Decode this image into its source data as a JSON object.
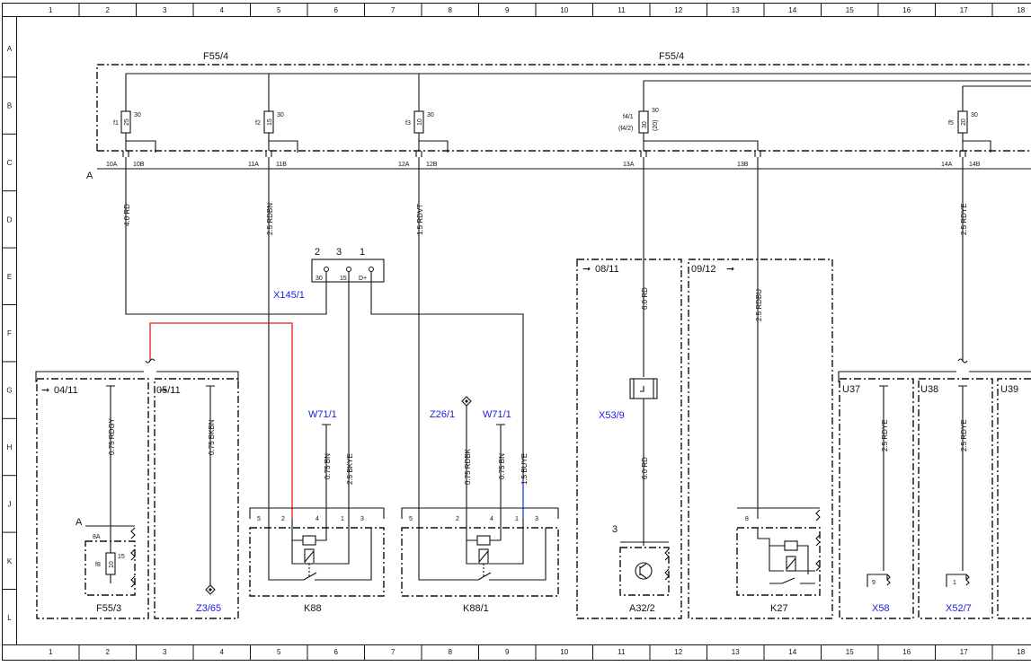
{
  "grid": {
    "columns": [
      "1",
      "2",
      "3",
      "4",
      "5",
      "6",
      "7",
      "8",
      "9",
      "10",
      "11",
      "12",
      "13",
      "14",
      "15",
      "16",
      "17",
      "18"
    ],
    "rows": [
      "A",
      "B",
      "C",
      "D",
      "E",
      "F",
      "G",
      "H",
      "J",
      "K",
      "L"
    ]
  },
  "fuse_box": {
    "label_left": "F55/4",
    "label_right": "F55/4",
    "connector_letter": "A",
    "fuses": [
      {
        "id": "f1",
        "rating": "25",
        "terminal": "30",
        "pin_a": "10A",
        "pin_b": "10B"
      },
      {
        "id": "f2",
        "rating": "15",
        "terminal": "30",
        "pin_a": "11A",
        "pin_b": "11B"
      },
      {
        "id": "f3",
        "rating": "10",
        "terminal": "30",
        "pin_a": "12A",
        "pin_b": "12B"
      },
      {
        "id": "f4/1",
        "id_alt": "(f4/2)",
        "rating": "30",
        "rating_alt": "(20)",
        "terminal": "30",
        "pin_a": "13A",
        "pin_b": "13B"
      },
      {
        "id": "f5",
        "rating": "20",
        "terminal": "30",
        "pin_a": "14A",
        "pin_b": "14B"
      }
    ]
  },
  "wires": {
    "w_10a": "4.0 RD",
    "w_11a": "2.5 RDBN",
    "w_12a": "1.5 RDVT",
    "w_14a": "2.5 RDYE",
    "w_0811": "6.0 RD",
    "w_a322": "6.0 RD",
    "w_0912": "2.5 RDBU",
    "w_0411": "0.75 RDGY",
    "w_0511": "0.75 BKBN",
    "w_k88_bn": "0.75 BN",
    "w_k88_bkye": "2.5 BKYE",
    "w_k881_rdbk": "0.75 RDBK",
    "w_k881_bn": "0.75 BN",
    "w_k881_buye": "1.5 BUYE",
    "w_u37": "2.5 RDYE",
    "w_u38": "2.5 RDYE"
  },
  "connector_x145": {
    "label": "X145/1",
    "pin_numbers": [
      "2",
      "3",
      "1"
    ],
    "pin_terminals": [
      "30",
      "15",
      "D+"
    ]
  },
  "refs": {
    "r_0411": "04/11",
    "r_0511": "05/11",
    "r_0811": "08/11",
    "r_0912": "09/12"
  },
  "components": {
    "f553": "F55/3",
    "f8_id": "f8",
    "f8_rating": "10",
    "f8_terminal": "15",
    "f8_pin": "8A",
    "f553_conn": "A",
    "z365": "Z3/65",
    "w711_a": "W71/1",
    "w711_b": "W71/1",
    "z261": "Z26/1",
    "k88": "K88",
    "k88_pins": [
      "5",
      "2",
      "4",
      "1",
      "3"
    ],
    "k881": "K88/1",
    "k881_pins": [
      "5",
      "2",
      "4",
      "1",
      "3"
    ],
    "x539": "X53/9",
    "a322": "A32/2",
    "a322_pin": "3",
    "k27": "K27",
    "k27_pin": "8",
    "u37": "U37",
    "u38": "U38",
    "u39": "U39",
    "x58": "X58",
    "x58_pin": "9",
    "x527": "X52/7",
    "x527_pin": "1"
  },
  "colors": {
    "wire": "#111111",
    "highlight_red": "#e31b1b",
    "highlight_blue": "#1a3fe6",
    "label_blue": "#1a1ae6"
  }
}
